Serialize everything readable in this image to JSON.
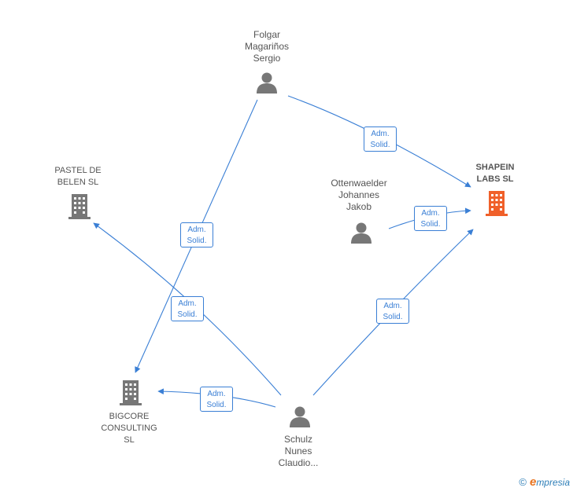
{
  "nodes": {
    "folgar": {
      "label": "Folgar\nMagariños\nSergio",
      "kind": "person"
    },
    "ottenwaelder": {
      "label": "Ottenwaelder\nJohannes\nJakob",
      "kind": "person"
    },
    "schulz": {
      "label": "Schulz\nNunes\nClaudio...",
      "kind": "person"
    },
    "pastel": {
      "label": "PASTEL DE\nBELEN SL",
      "kind": "company"
    },
    "shapein": {
      "label": "SHAPEIN\nLABS SL",
      "kind": "company-focus"
    },
    "bigcore": {
      "label": "BIGCORE\nCONSULTING\nSL",
      "kind": "company"
    }
  },
  "edges": [
    {
      "from": "folgar",
      "to": "shapein",
      "role": "Adm.\nSolid."
    },
    {
      "from": "folgar",
      "to": "bigcore",
      "role": "Adm.\nSolid."
    },
    {
      "from": "ottenwaelder",
      "to": "shapein",
      "role": "Adm.\nSolid."
    },
    {
      "from": "schulz",
      "to": "pastel",
      "role": "Adm.\nSolid."
    },
    {
      "from": "schulz",
      "to": "shapein",
      "role": "Adm.\nSolid."
    },
    {
      "from": "schulz",
      "to": "bigcore",
      "role": "Adm.\nSolid."
    }
  ],
  "colors": {
    "edge": "#3a7fd5",
    "person_icon": "#777777",
    "company_icon": "#777777",
    "focus_company_icon": "#f0602a"
  },
  "footer": {
    "copyright": "©",
    "brand_initial": "e",
    "brand_rest": "mpresia"
  }
}
